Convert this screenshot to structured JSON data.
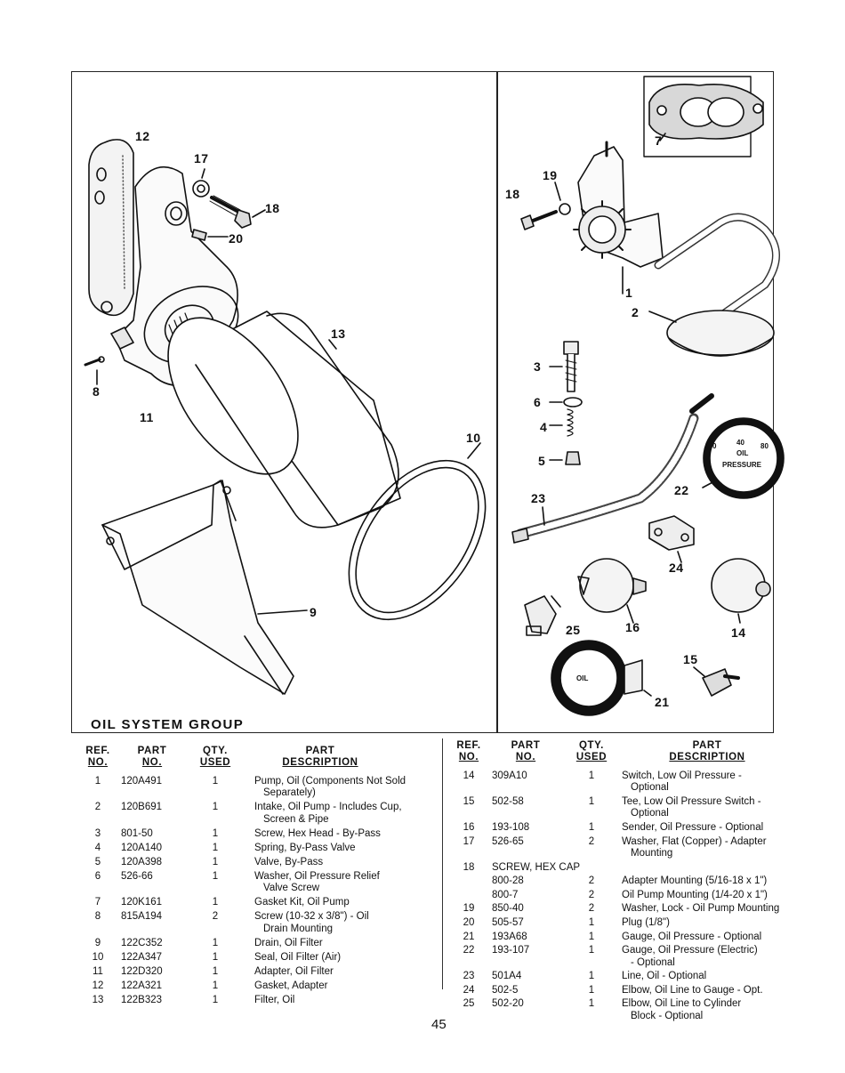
{
  "title": "OIL SYSTEM GROUP",
  "page_number": "45",
  "callouts": [
    {
      "id": "c12",
      "label": "12"
    },
    {
      "id": "c17",
      "label": "17"
    },
    {
      "id": "c18a",
      "label": "18"
    },
    {
      "id": "c20",
      "label": "20"
    },
    {
      "id": "c13",
      "label": "13"
    },
    {
      "id": "c8",
      "label": "8"
    },
    {
      "id": "c11",
      "label": "11"
    },
    {
      "id": "c10",
      "label": "10"
    },
    {
      "id": "c9",
      "label": "9"
    },
    {
      "id": "c7",
      "label": "7"
    },
    {
      "id": "c19",
      "label": "19"
    },
    {
      "id": "c18b",
      "label": "18"
    },
    {
      "id": "c1",
      "label": "1"
    },
    {
      "id": "c2",
      "label": "2"
    },
    {
      "id": "c3",
      "label": "3"
    },
    {
      "id": "c6",
      "label": "6"
    },
    {
      "id": "c4",
      "label": "4"
    },
    {
      "id": "c5",
      "label": "5"
    },
    {
      "id": "c22",
      "label": "22"
    },
    {
      "id": "c23",
      "label": "23"
    },
    {
      "id": "c24",
      "label": "24"
    },
    {
      "id": "c25",
      "label": "25"
    },
    {
      "id": "c16",
      "label": "16"
    },
    {
      "id": "c14",
      "label": "14"
    },
    {
      "id": "c15",
      "label": "15"
    },
    {
      "id": "c21",
      "label": "21"
    }
  ],
  "gauge_text": {
    "oil": "OIL",
    "pressure": "PRESSURE",
    "n0": "0",
    "n40": "40",
    "n80": "80"
  },
  "headers": {
    "ref": [
      "REF.",
      "NO."
    ],
    "part": [
      "PART",
      "NO."
    ],
    "qty": [
      "QTY.",
      "USED"
    ],
    "desc": [
      "PART",
      "DESCRIPTION"
    ]
  },
  "left_rows": [
    {
      "ref": "1",
      "part": "120A491",
      "qty": "1",
      "desc": [
        "Pump, Oil (Components Not Sold",
        "Separately)"
      ]
    },
    {
      "ref": "2",
      "part": "120B691",
      "qty": "1",
      "desc": [
        "Intake, Oil Pump - Includes Cup,",
        "Screen & Pipe"
      ]
    },
    {
      "ref": "3",
      "part": "801-50",
      "qty": "1",
      "desc": [
        "Screw, Hex Head - By-Pass"
      ]
    },
    {
      "ref": "4",
      "part": "120A140",
      "qty": "1",
      "desc": [
        "Spring, By-Pass Valve"
      ]
    },
    {
      "ref": "5",
      "part": "120A398",
      "qty": "1",
      "desc": [
        "Valve, By-Pass"
      ]
    },
    {
      "ref": "6",
      "part": "526-66",
      "qty": "1",
      "desc": [
        "Washer, Oil Pressure Relief",
        "Valve Screw"
      ]
    },
    {
      "ref": "7",
      "part": "120K161",
      "qty": "1",
      "desc": [
        "Gasket Kit, Oil Pump"
      ]
    },
    {
      "ref": "8",
      "part": "815A194",
      "qty": "2",
      "desc": [
        "Screw (10-32 x 3/8\") - Oil",
        "Drain Mounting"
      ]
    },
    {
      "ref": "9",
      "part": "122C352",
      "qty": "1",
      "desc": [
        "Drain, Oil Filter"
      ]
    },
    {
      "ref": "10",
      "part": "122A347",
      "qty": "1",
      "desc": [
        "Seal, Oil Filter (Air)"
      ]
    },
    {
      "ref": "11",
      "part": "122D320",
      "qty": "1",
      "desc": [
        "Adapter, Oil Filter"
      ]
    },
    {
      "ref": "12",
      "part": "122A321",
      "qty": "1",
      "desc": [
        "Gasket, Adapter"
      ]
    },
    {
      "ref": "13",
      "part": "122B323",
      "qty": "1",
      "desc": [
        "Filter, Oil"
      ]
    }
  ],
  "right_rows": [
    {
      "ref": "14",
      "part": "309A10",
      "qty": "1",
      "desc": [
        "Switch, Low Oil Pressure -",
        "Optional"
      ]
    },
    {
      "ref": "15",
      "part": "502-58",
      "qty": "1",
      "desc": [
        "Tee, Low Oil Pressure Switch -",
        "Optional"
      ]
    },
    {
      "ref": "16",
      "part": "193-108",
      "qty": "1",
      "desc": [
        "Sender, Oil Pressure - Optional"
      ]
    },
    {
      "ref": "17",
      "part": "526-65",
      "qty": "2",
      "desc": [
        "Washer, Flat (Copper) - Adapter",
        "Mounting"
      ]
    },
    {
      "ref": "18",
      "part": "SCREW, HEX CAP",
      "qty": "",
      "desc": []
    },
    {
      "ref": "",
      "part": "800-28",
      "qty": "2",
      "desc": [
        "Adapter Mounting (5/16-18 x 1\")"
      ]
    },
    {
      "ref": "",
      "part": "800-7",
      "qty": "2",
      "desc": [
        "Oil Pump Mounting (1/4-20 x 1\")"
      ]
    },
    {
      "ref": "19",
      "part": "850-40",
      "qty": "2",
      "desc": [
        "Washer, Lock - Oil Pump Mounting"
      ]
    },
    {
      "ref": "20",
      "part": "505-57",
      "qty": "1",
      "desc": [
        "Plug (1/8\")"
      ]
    },
    {
      "ref": "21",
      "part": "193A68",
      "qty": "1",
      "desc": [
        "Gauge, Oil Pressure - Optional"
      ]
    },
    {
      "ref": "22",
      "part": "193-107",
      "qty": "1",
      "desc": [
        "Gauge, Oil Pressure (Electric)",
        "- Optional"
      ]
    },
    {
      "ref": "23",
      "part": "501A4",
      "qty": "1",
      "desc": [
        "Line, Oil - Optional"
      ]
    },
    {
      "ref": "24",
      "part": "502-5",
      "qty": "1",
      "desc": [
        "Elbow, Oil Line to Gauge - Opt."
      ]
    },
    {
      "ref": "25",
      "part": "502-20",
      "qty": "1",
      "desc": [
        "Elbow, Oil Line to Cylinder",
        "Block - Optional"
      ]
    }
  ]
}
